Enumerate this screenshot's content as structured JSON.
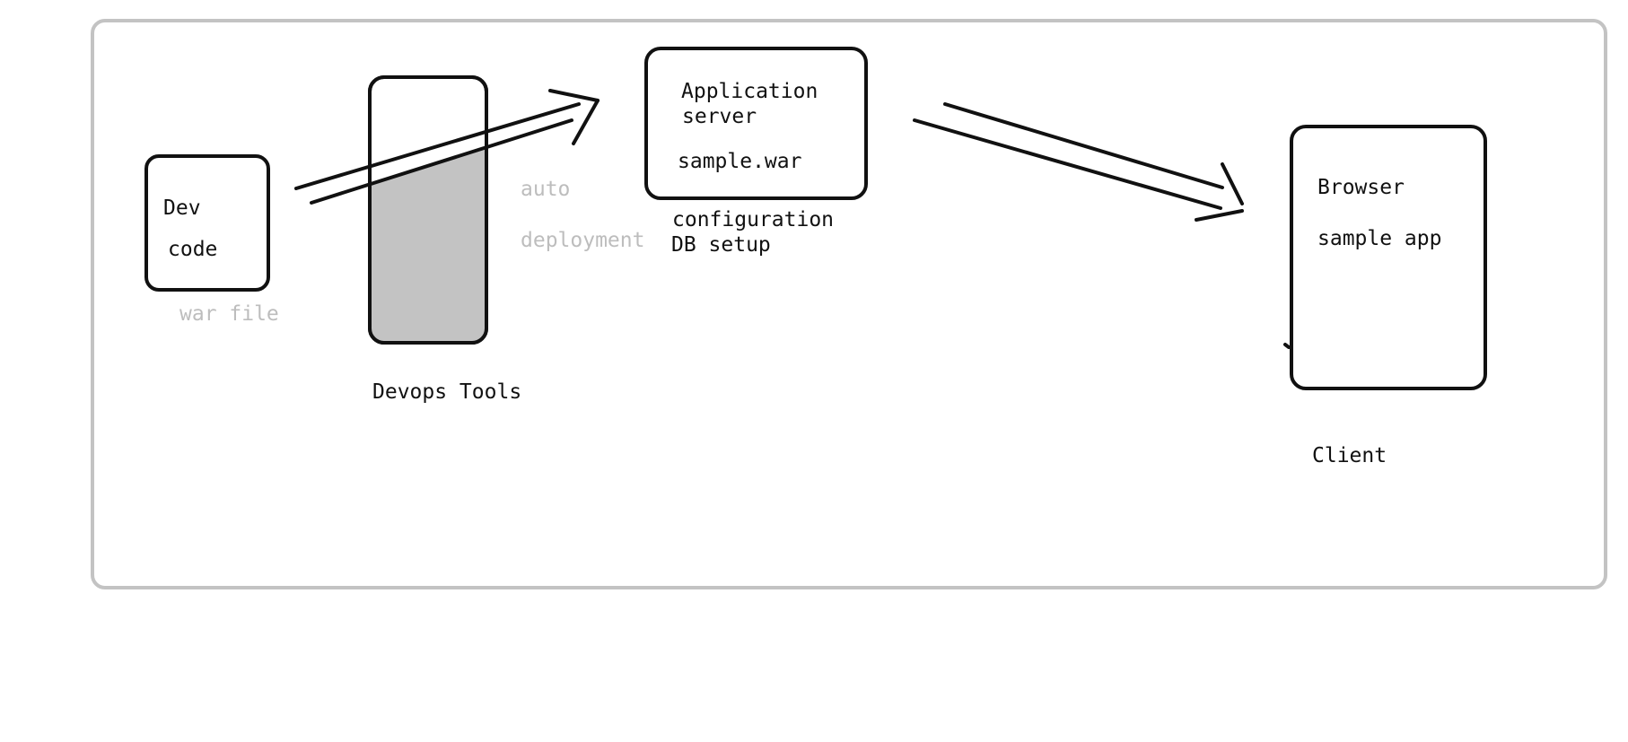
{
  "colors": {
    "ink": "#111111",
    "frame": "#c3c3c3",
    "shade": "#c3c3c3",
    "muted_text": "#bdbdbd"
  },
  "dev": {
    "line1": "Dev",
    "line2": "code",
    "caption": "war file"
  },
  "devops": {
    "label": "Devops Tools"
  },
  "deployment": {
    "line1": "auto",
    "line2": "deployment"
  },
  "app_server": {
    "line1": "Application",
    "line2": "server",
    "file": "sample.war",
    "note1": "configuration",
    "note2": "DB setup"
  },
  "client": {
    "line1": "Browser",
    "line2": "sample app",
    "label": "Client"
  }
}
